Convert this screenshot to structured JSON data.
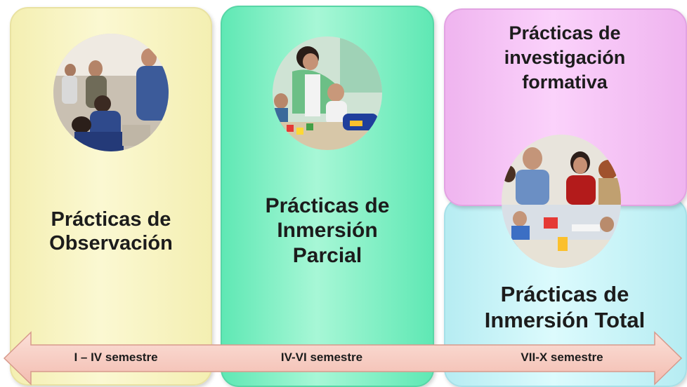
{
  "panels": [
    {
      "title_line1": "Prácticas de",
      "title_line2": "Observación",
      "color": "#f7f3c0"
    },
    {
      "title_line1": "Prácticas de",
      "title_line2": "Inmersión",
      "title_line3": "Parcial",
      "color": "#8ff1c9"
    },
    {
      "title_line1": "Prácticas de",
      "title_line2": "Inmersión Total",
      "color": "#c9f5f8"
    },
    {
      "title_line1": "Prácticas de",
      "title_line2": "investigación",
      "title_line3": "formativa",
      "color": "#f6c3f6"
    }
  ],
  "timeline": {
    "labels": [
      "I – IV semestre",
      "IV-VI semestre",
      "VII-X semestre"
    ],
    "color": "#f6c9c0"
  },
  "photos": [
    {
      "name": "classroom-observation-photo"
    },
    {
      "name": "children-playing-photo"
    },
    {
      "name": "research-meeting-photo"
    }
  ]
}
